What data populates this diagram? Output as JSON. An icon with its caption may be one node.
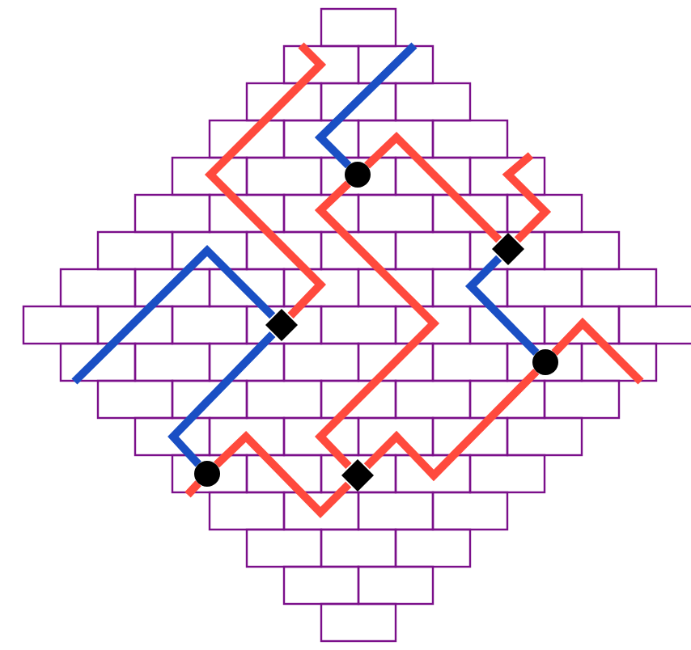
{
  "diagram": {
    "nodes": [
      {
        "text": [],
        "shape": "circle"
      },
      {
        "text": [],
        "shape": "diamond"
      },
      {
        "text": [],
        "shape": "diamond"
      },
      {
        "text": [],
        "shape": "circle"
      },
      {
        "text": [],
        "shape": "circle"
      },
      {
        "text": [],
        "shape": "diamond"
      }
    ],
    "edges": [
      {
        "from": null,
        "to": 2,
        "arrow": "none"
      },
      {
        "from": 0,
        "to": 1,
        "arrow": "none"
      },
      {
        "from": 1,
        "to": null,
        "arrow": "none"
      },
      {
        "from": 5,
        "to": 0,
        "arrow": "none"
      },
      {
        "from": null,
        "to": 4,
        "arrow": "none"
      },
      {
        "from": 4,
        "to": 5,
        "arrow": "none"
      },
      {
        "from": 5,
        "to": 3,
        "arrow": "none"
      },
      {
        "from": 3,
        "to": null,
        "arrow": "none"
      },
      {
        "from": null,
        "to": 0,
        "arrow": "none",
        "color": "#1a4fc4"
      },
      {
        "from": 1,
        "to": 3,
        "arrow": "none",
        "color": "#1a4fc4"
      },
      {
        "from": null,
        "to": 2,
        "arrow": "none",
        "color": "#1a4fc4"
      },
      {
        "from": 2,
        "to": 4,
        "arrow": "none",
        "color": "#1a4fc4"
      }
    ]
  }
}
